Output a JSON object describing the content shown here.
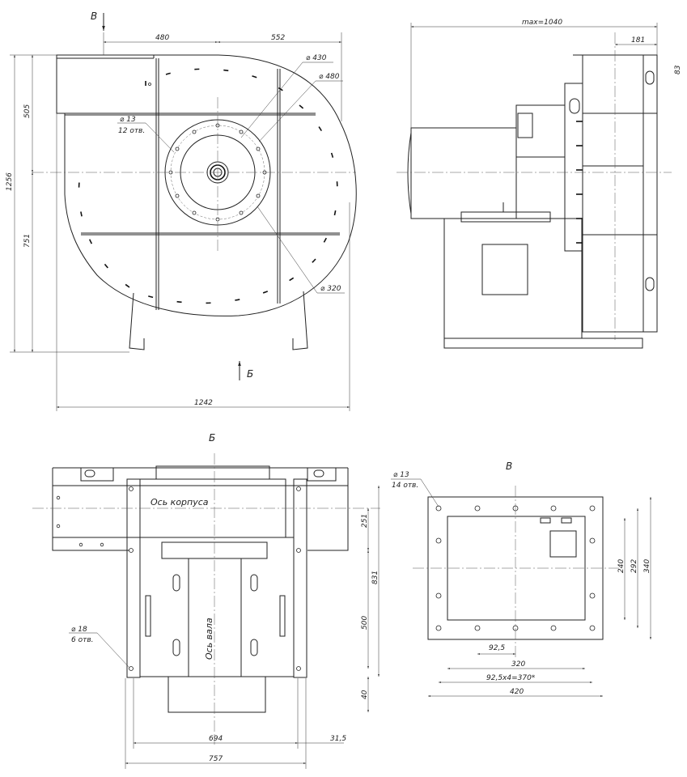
{
  "views": {
    "front": {
      "dims": {
        "width_left": "480",
        "width_right": "552",
        "height_top": "505",
        "height_total": "1256",
        "height_bottom": "751",
        "overall_width": "1242"
      },
      "callouts": {
        "d430": "⌀ 430",
        "d480": "⌀ 480",
        "d320": "⌀ 320",
        "holes_d": "⌀ 13",
        "holes_n": "12 отв."
      },
      "arrow_b": "Б",
      "arrow_v": "В"
    },
    "side": {
      "dims": {
        "max_width": "max=1040",
        "flange": "181",
        "offset": "83"
      }
    },
    "view_b": {
      "title": "Б",
      "axis_housing": "Ось корпуса",
      "axis_shaft": "Ось вала",
      "callout_d": "⌀ 18",
      "callout_n": "6 отв.",
      "dims": {
        "d251": "251",
        "d831": "831",
        "d500": "500",
        "d40": "40",
        "d694": "694",
        "d31_5": "31,5",
        "d757": "757"
      }
    },
    "view_v": {
      "title": "В",
      "callout_d": "⌀ 13",
      "callout_n": "14 отв.",
      "dims": {
        "d240": "240",
        "d292": "292",
        "d340": "340",
        "d92_5": "92,5",
        "d320": "320",
        "d370": "92,5x4=370*",
        "d420": "420"
      }
    }
  }
}
